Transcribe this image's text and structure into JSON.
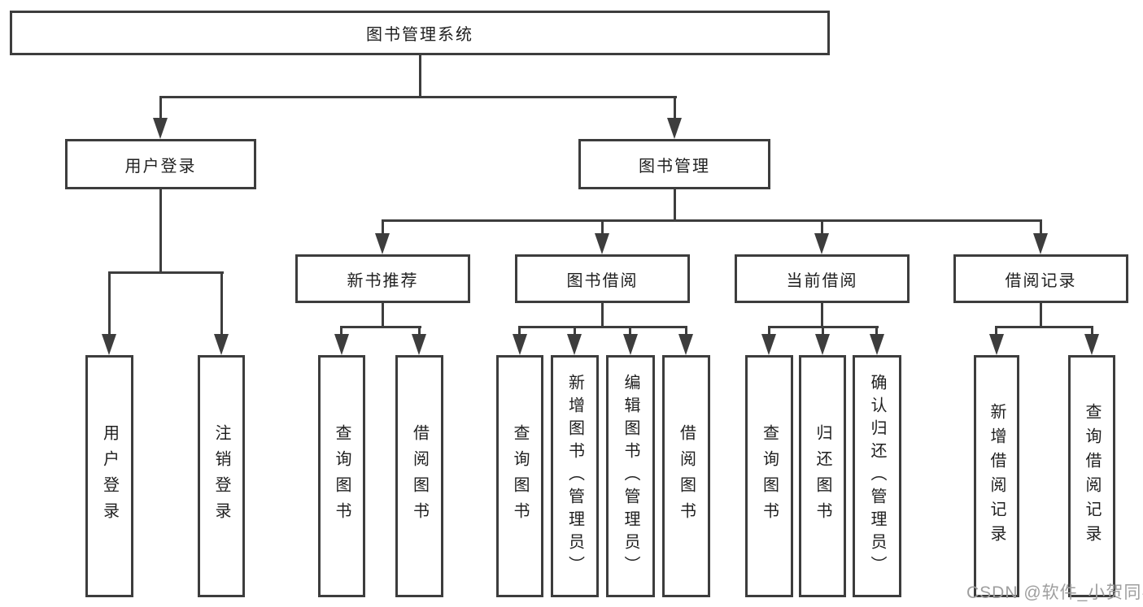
{
  "diagram": {
    "title": "图书管理系统",
    "root": {
      "label": "图书管理系统"
    },
    "level2": [
      {
        "label": "用户登录"
      },
      {
        "label": "图书管理"
      }
    ],
    "level3": [
      {
        "label": "新书推荐"
      },
      {
        "label": "图书借阅"
      },
      {
        "label": "当前借阅"
      },
      {
        "label": "借阅记录"
      }
    ],
    "level4": {
      "under_user_login": [
        "用户登录",
        "注销登录"
      ],
      "under_new_books": [
        "查询图书",
        "借阅图书"
      ],
      "under_book_borrowing": [
        "查询图书",
        "新增图书（管理员）",
        "编辑图书（管理员）",
        "借阅图书"
      ],
      "under_current_borrowing": [
        "查询图书",
        "归还图书",
        "确认归还（管理员）"
      ],
      "under_borrow_records": [
        "新增借阅记录",
        "查询借阅记录"
      ]
    }
  },
  "watermark": {
    "text": "CSDN @软件_小贺同学",
    "color": "#9e9e9e"
  },
  "colors": {
    "line": "#3d3d3d",
    "border": "#3d3d3d",
    "text": "#1f1f1f",
    "background": "#ffffff"
  }
}
